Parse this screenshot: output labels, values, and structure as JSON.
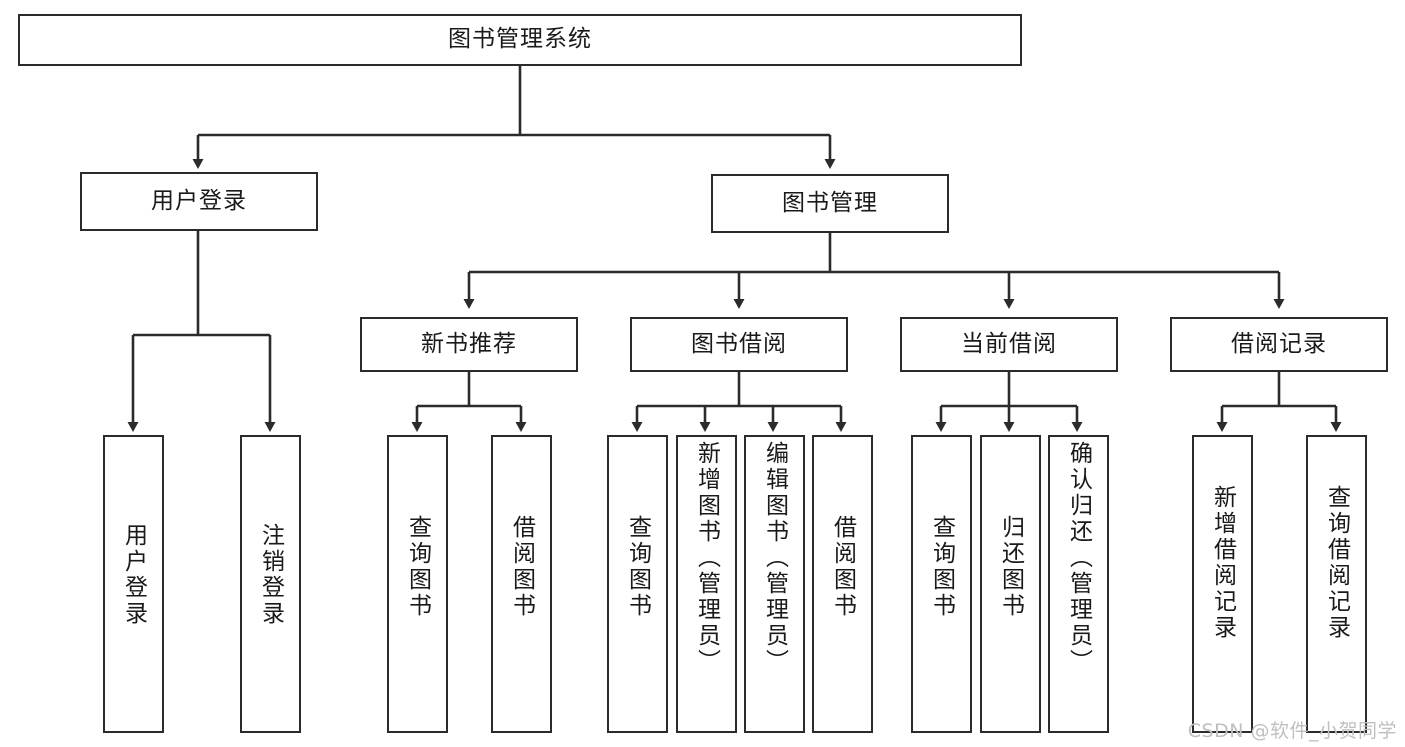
{
  "diagram": {
    "title": "图书管理系统",
    "type": "hierarchy-tree",
    "root": {
      "label": "图书管理系统"
    },
    "level2": [
      {
        "id": "user-login",
        "label": "用户登录"
      },
      {
        "id": "book-manage",
        "label": "图书管理"
      }
    ],
    "level3": [
      {
        "id": "new-book-recommend",
        "label": "新书推荐"
      },
      {
        "id": "book-borrow",
        "label": "图书借阅"
      },
      {
        "id": "current-borrow",
        "label": "当前借阅"
      },
      {
        "id": "borrow-record",
        "label": "借阅记录"
      }
    ],
    "leaves": {
      "user_login": [
        {
          "id": "leaf-user-login",
          "label": "用户登录"
        },
        {
          "id": "leaf-logout-login",
          "label": "注销登录"
        }
      ],
      "new_book_recommend": [
        {
          "id": "leaf-query-book-1",
          "label": "查询图书"
        },
        {
          "id": "leaf-borrow-book-1",
          "label": "借阅图书"
        }
      ],
      "book_borrow": [
        {
          "id": "leaf-query-book-2",
          "label": "查询图书"
        },
        {
          "id": "leaf-add-book",
          "label": "新增图书（管理员）"
        },
        {
          "id": "leaf-edit-book",
          "label": "编辑图书（管理员）"
        },
        {
          "id": "leaf-borrow-book-2",
          "label": "借阅图书"
        }
      ],
      "current_borrow": [
        {
          "id": "leaf-query-book-3",
          "label": "查询图书"
        },
        {
          "id": "leaf-return-book",
          "label": "归还图书"
        },
        {
          "id": "leaf-confirm-return",
          "label": "确认归还（管理员）"
        }
      ],
      "borrow_record": [
        {
          "id": "leaf-add-record",
          "label": "新增借阅记录"
        },
        {
          "id": "leaf-query-record",
          "label": "查询借阅记录"
        }
      ]
    },
    "colors": {
      "stroke": "#2b2b2b",
      "fill": "#ffffff",
      "text": "#1a1a1a",
      "watermark": "#bfbfbf"
    }
  },
  "watermark": {
    "text": "CSDN @软件_小贺同学"
  }
}
